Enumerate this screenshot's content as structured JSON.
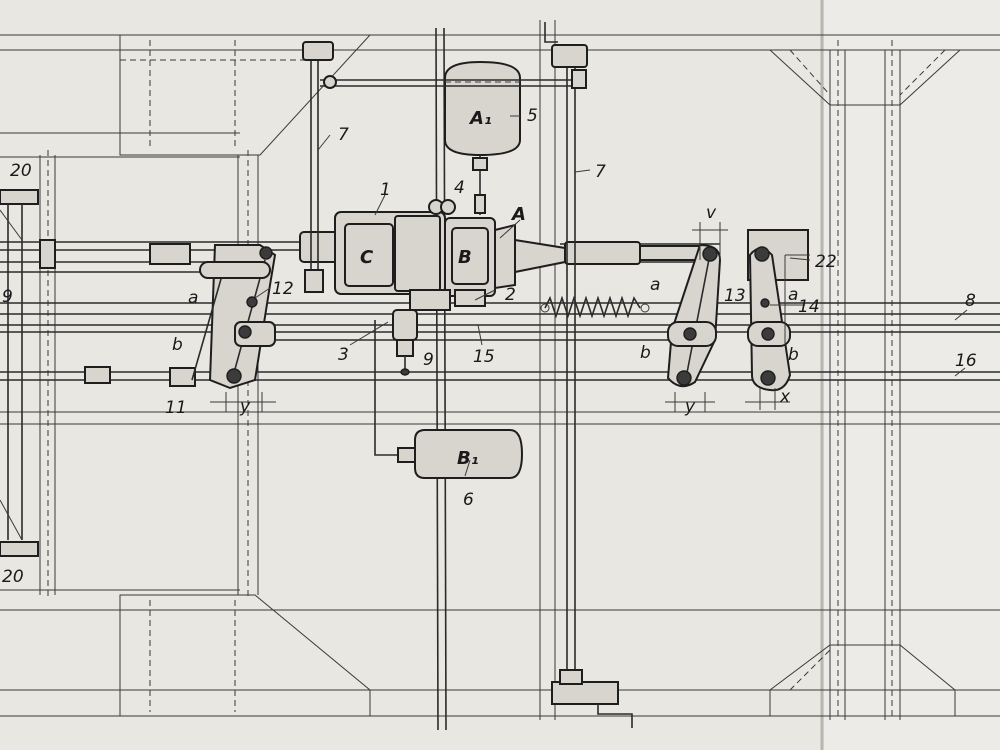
{
  "labels": {
    "n1": "1",
    "n2": "2",
    "n3": "3",
    "n4": "4",
    "n5": "5",
    "n6": "6",
    "n7a": "7",
    "n7b": "7",
    "n8": "8",
    "n9a": "9",
    "n9b": "9",
    "n11": "11",
    "n12": "12",
    "n13": "13",
    "n14": "14",
    "n15": "15",
    "n16": "16",
    "n20a": "20",
    "n20b": "20",
    "n22": "22",
    "A": "A",
    "A1": "A₁",
    "B": "B",
    "B1": "B₁",
    "C": "C",
    "a1": "a",
    "a2": "a",
    "a3": "a",
    "b1": "b",
    "b2": "b",
    "b3": "b",
    "v": "v",
    "x": "x",
    "y1": "y",
    "y2": "y"
  },
  "colors": {
    "paper": "#e9e7e2",
    "ink": "#2b2b2b"
  }
}
